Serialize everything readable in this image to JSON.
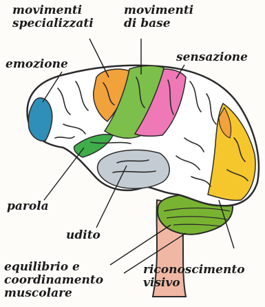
{
  "labels": {
    "movimenti_specializzati": [
      "movimenti",
      "specializzati"
    ],
    "movimenti_di_base": [
      "movimenti",
      "di base"
    ],
    "emozione": [
      "emozione"
    ],
    "sensazione": [
      "sensazione"
    ],
    "parola": [
      "parola"
    ],
    "udito": [
      "udito"
    ],
    "equilibrio": [
      "equilibrio e",
      "coordinamento",
      "muscolare"
    ],
    "riconoscimento": [
      "riconoscimento",
      "visivo"
    ]
  },
  "region_colors": {
    "emozione": "#2f8fb8",
    "movimenti_specializzati": "#f2a23a",
    "movimenti_di_base": "#7cbf4a",
    "sensazione": "#ee79b6",
    "parola": "#3fae4a",
    "udito": "#c3ccd3",
    "riconoscimento": "#f6c72c",
    "cervelletto": "#79b332",
    "tronco": "#f0b8a4"
  }
}
